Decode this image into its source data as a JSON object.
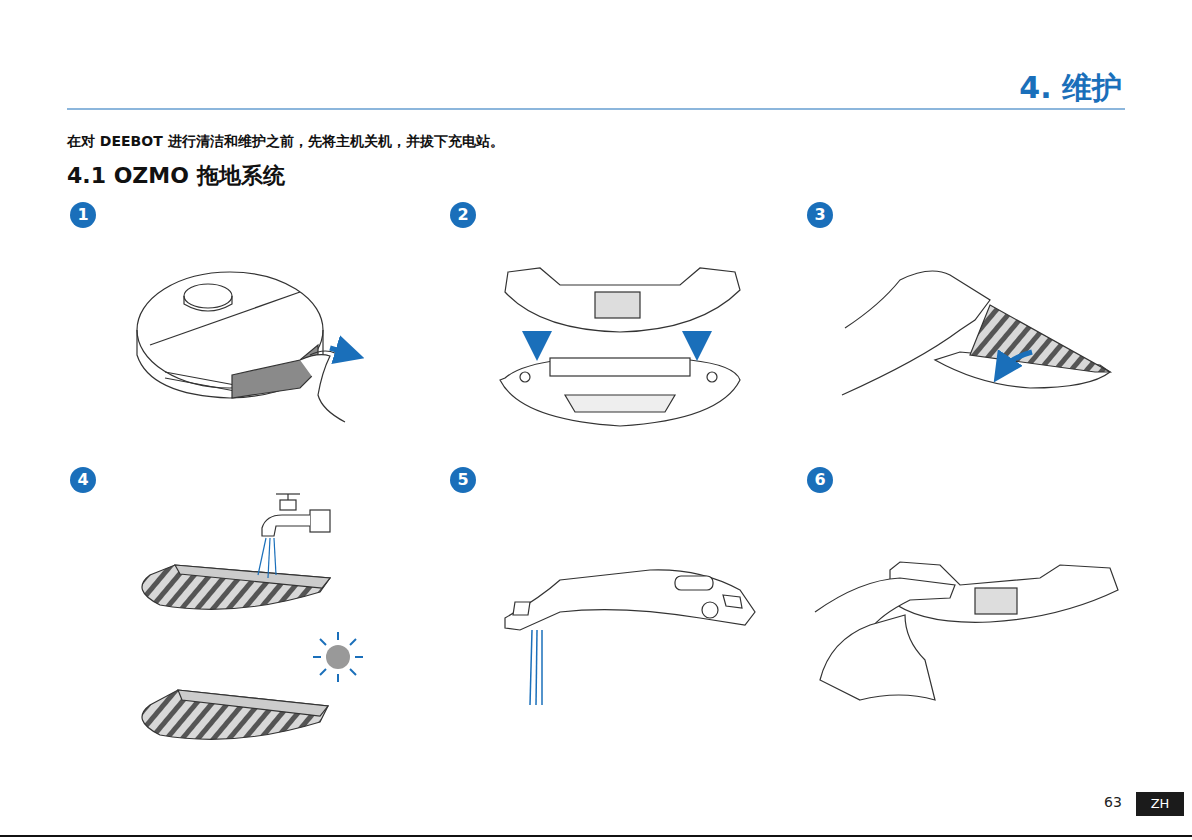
{
  "diagram": {
    "title": "4. 维护",
    "nodes": [
      {
        "text": [
          "ZH"
        ]
      }
    ],
    "labels": [
      "在对 DEEBOT 进行清洁和维护之前，先将主机关机，并拔下充电站。",
      "4.1 OZMO 拖地系统",
      "1",
      "2",
      "3",
      "4",
      "5",
      "6",
      "63"
    ]
  }
}
